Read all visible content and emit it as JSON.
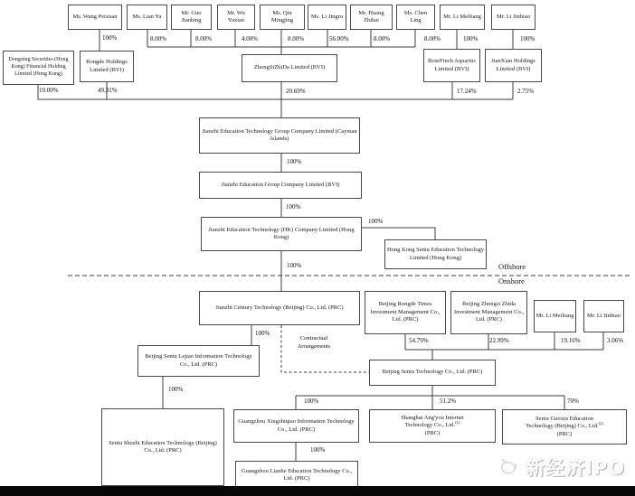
{
  "individuals": [
    {
      "name": "Ms. Wang Peixuan",
      "pct": "100%"
    },
    {
      "name": "Ms. Lian Yu",
      "pct": "8.00%"
    },
    {
      "name": "Mr. Guo Jianbing",
      "pct": "8.00%"
    },
    {
      "name": "Mr. Wu Yuxiao",
      "pct": "4.00%"
    },
    {
      "name": "Ms. Qiu Mingjing",
      "pct": "8.00%"
    },
    {
      "name": "Ms. Li Jingru",
      "pct": "56.00%"
    },
    {
      "name": "Mr. Huang Zhihai",
      "pct": "8.00%"
    },
    {
      "name": "Ms. Chen Ling",
      "pct": "8.00%"
    },
    {
      "name": "Mr. Li Meiliang",
      "pct": "100%"
    },
    {
      "name": "Mr. Li Jinbiao",
      "pct": "100%"
    }
  ],
  "holdcos": [
    {
      "name": "Dongxing Securities (Hong Kong) Financial Holding Limited (Hong Kong)",
      "pct": "10.00%"
    },
    {
      "name": "Rongde Holdings Limited (BVI)",
      "pct": "49.31%"
    },
    {
      "name": "ZhongSiZhiDa Limited (BVI)",
      "pct": "20.69%"
    },
    {
      "name": "RoseFinch Aquarius Limited (BVI)",
      "pct": "17.24%"
    },
    {
      "name": "JianXian Holdings Limited (BVI)",
      "pct": "2.75%"
    }
  ],
  "chain": {
    "cayman": {
      "name": "Jianzhi Education Technology Group Company Limited (Cayman Islands)"
    },
    "pct_to_bvi": "100%",
    "bvi": {
      "name": "Jianzhi Education Group Company Limited (BVI)"
    },
    "pct_to_hk": "100%",
    "hk": {
      "name": "Jianzhi Education Technology (HK) Company Limited (Hong Kong)"
    },
    "pct_to_hksentu": "100%",
    "hksentu": {
      "name": "Hong Kong Sentu Education Technology Limited (Hong Kong)"
    },
    "pct_to_wfoe": "100%",
    "wfoe": {
      "name": "Jianzhi Century Technology (Beijing) Co., Ltd. (PRC)"
    },
    "pct_to_lejiao": "100%",
    "lejiao": {
      "name": "Beijing Sentu Lejiao Information Technology Co., Ltd. (PRC)"
    },
    "pct_to_shuzhi": "100%",
    "shuzhi": {
      "name": "Sentu Shuzhi Education Technology (Beijing) Co., Ltd. (PRC)"
    }
  },
  "region": {
    "offshore": "Offshore",
    "onshore": "Onshore"
  },
  "contractual": {
    "line1": "Contractual",
    "line2": "Arrangements"
  },
  "vie_shareholders": [
    {
      "name": "Beijing Rongde Times Investment Management Co., Ltd. (PRC)",
      "pct": "54.79%"
    },
    {
      "name": "Beijing Zhongsi Zhida Investment Management Co., Ltd. (PRC)",
      "pct": "22.99%"
    },
    {
      "name": "Mr. Li Meiliang",
      "pct": "19.16%"
    },
    {
      "name": "Mr. Li Jinbiao",
      "pct": "3.06%"
    }
  ],
  "vie": {
    "name": "Beijing Sentu Technology Co., Ltd. (PRC)"
  },
  "vie_subs": [
    {
      "name": "Guangzhou Xingzhiqiao Information Technology Co., Ltd. (PRC)",
      "pct": "100%"
    },
    {
      "line1": "Shanghai Ang'you Internet",
      "line2": "Technology Co., Ltd.",
      "sup": "(1)",
      "line3": "(PRC)",
      "pct": "51.2%"
    },
    {
      "line1": "Sentu Guoxin Education",
      "line2": "Technology (Beijing) Co., Ltd.",
      "sup": "(2)",
      "line3": "(PRC)",
      "pct": "70%"
    },
    {
      "name": "Guangzhou Lianhe Education Technology Co., Ltd. (PRC)",
      "pct": "100%"
    }
  ],
  "watermark": {
    "text": "新经济IPO"
  }
}
